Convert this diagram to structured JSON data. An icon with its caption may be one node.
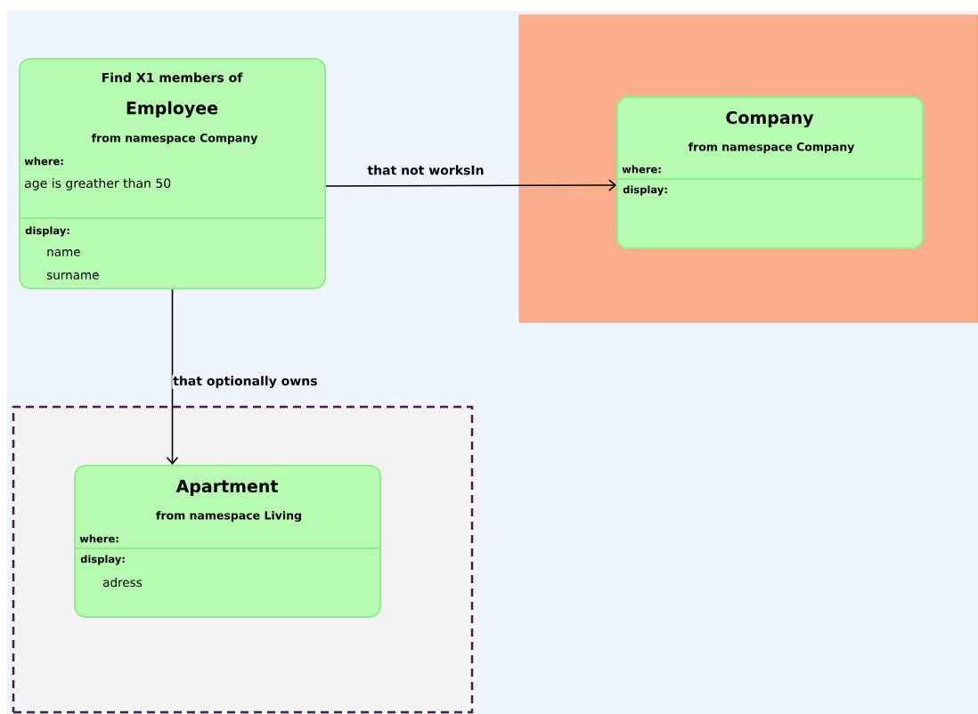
{
  "diagram": {
    "nodes": [
      {
        "text": [
          "Find X1 members of",
          "Employee",
          "from namespace Company",
          "where:",
          "age is greather than 50",
          "display:",
          "name",
          "surname"
        ]
      },
      {
        "text": [],
        "shape": "box"
      },
      {
        "text": [
          "Company",
          "from namespace Company",
          "where:",
          "display:"
        ],
        "in": 1
      },
      {
        "text": [],
        "shape": "box"
      },
      {
        "text": [
          "Apartment",
          "from namespace Living",
          "where:",
          "display:",
          "adress"
        ],
        "in": 3
      }
    ],
    "edges": [
      {
        "from": 0,
        "to": 2,
        "arrow": "to",
        "label": "that not worksIn"
      },
      {
        "from": 0,
        "to": 4,
        "arrow": "to",
        "label": "that optionally owns"
      }
    ]
  }
}
